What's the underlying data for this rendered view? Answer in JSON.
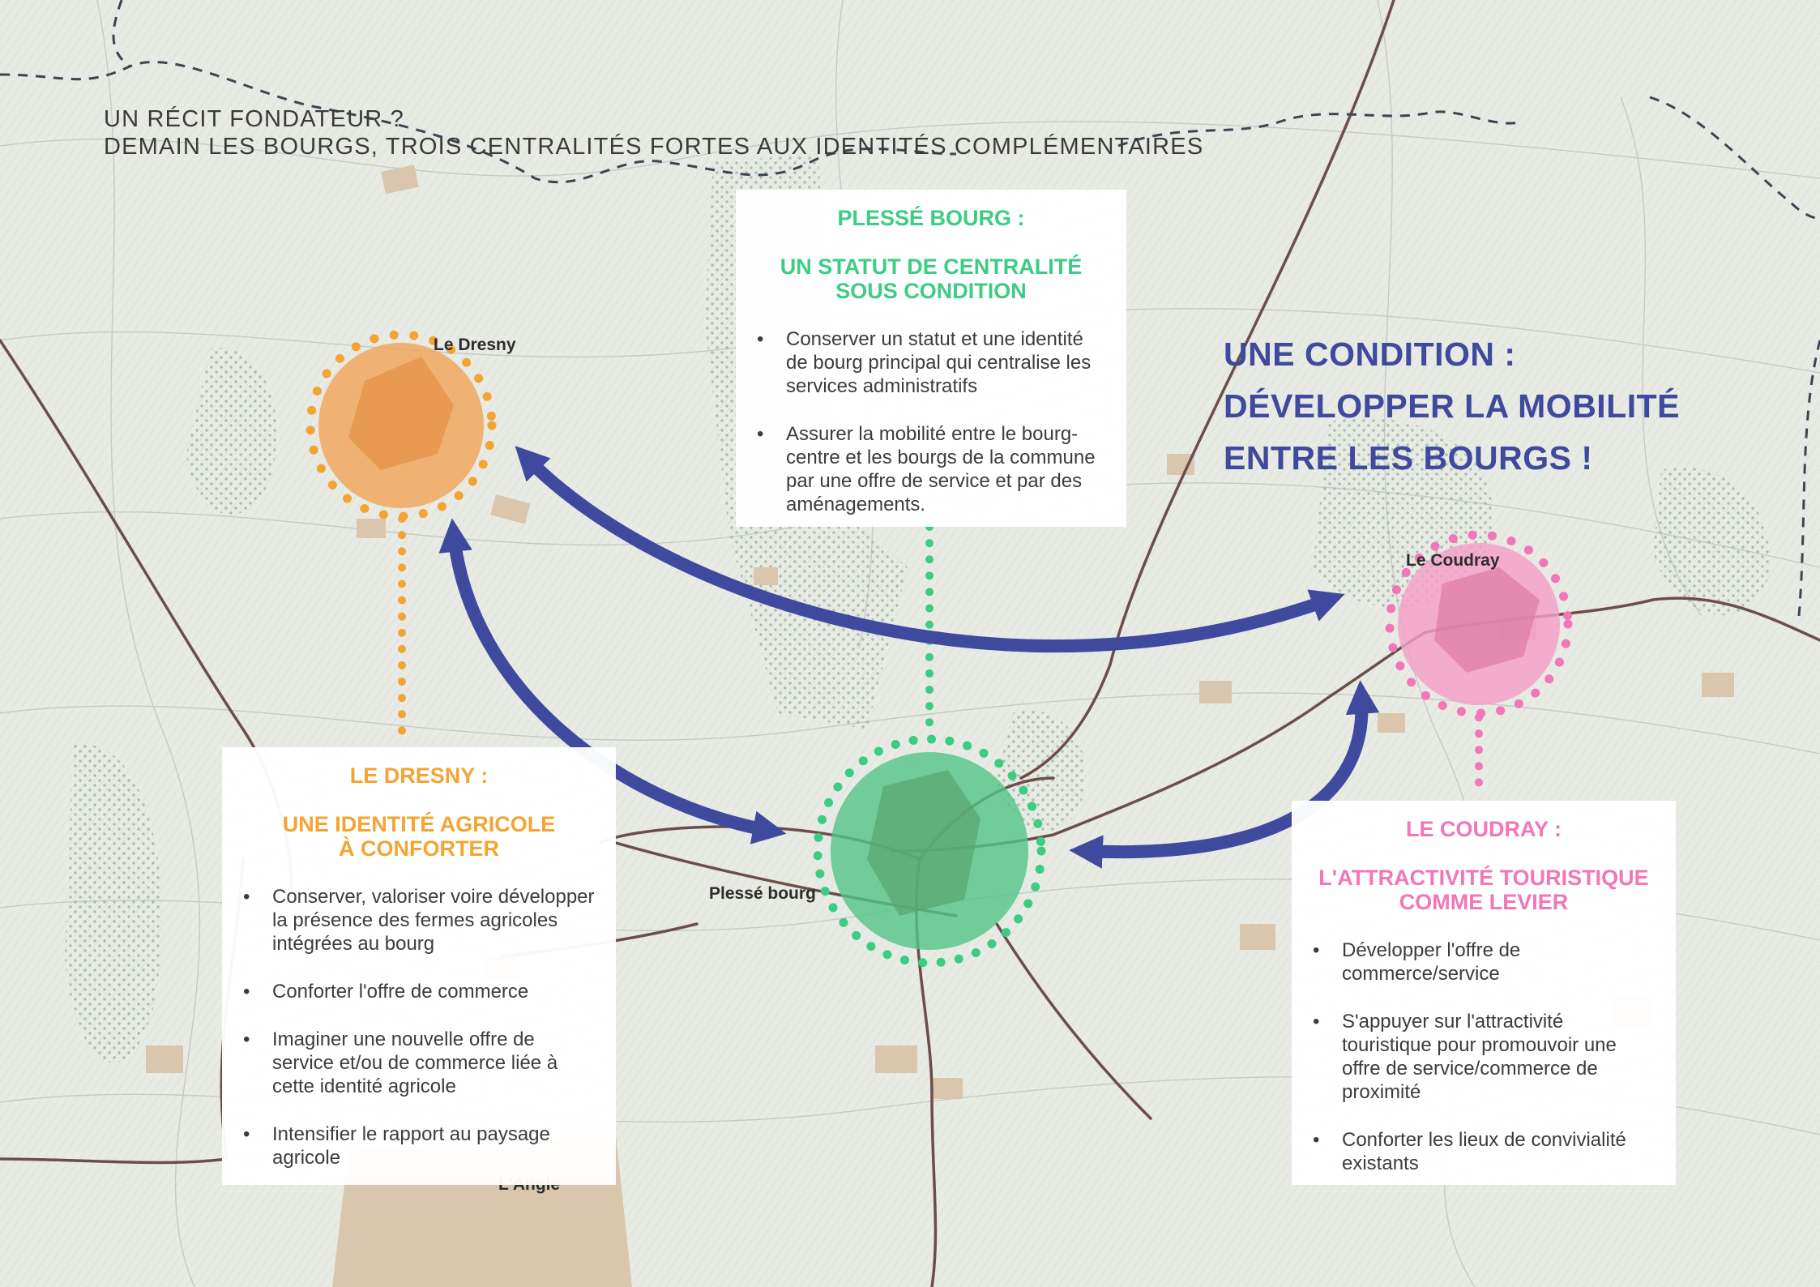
{
  "header": {
    "line1": "UN RÉCIT FONDATEUR ?",
    "line2": "DEMAIN LES BOURGS, TROIS CENTRALITÉS FORTES AUX IDENTITÉS COMPLÉMENTAIRES"
  },
  "places": {
    "dresny": "Le Dresny",
    "coudray": "Le Coudray",
    "plesse": "Plessé bourg",
    "angle": "L'Angle"
  },
  "callout": {
    "line1": "UNE CONDITION :",
    "line2": "DÉVELOPPER LA MOBILITÉ",
    "line3": "ENTRE LES BOURGS !"
  },
  "cards": {
    "plesse": {
      "title": "PLESSÉ BOURG :",
      "subtitle_line1": "UN STATUT DE CENTRALITÉ",
      "subtitle_line2": "SOUS CONDITION",
      "items": [
        "Conserver un statut et une identité de bourg principal qui centralise les services administratifs",
        "Assurer la mobilité entre le bourg-centre et les bourgs de la commune par une offre de service et par des aménagements."
      ]
    },
    "dresny": {
      "title": "LE DRESNY :",
      "subtitle_line1": "UNE IDENTITÉ AGRICOLE",
      "subtitle_line2": "À CONFORTER",
      "items": [
        "Conserver, valoriser voire développer la présence des fermes agricoles intégrées au bourg",
        "Conforter l'offre de commerce",
        "Imaginer une nouvelle offre de service et/ou de commerce liée à cette identité agricole",
        "Intensifier le rapport au paysage agricole"
      ]
    },
    "coudray": {
      "title": "LE COUDRAY :",
      "subtitle_line1": "L'ATTRACTIVITÉ TOURISTIQUE",
      "subtitle_line2": "COMME LEVIER",
      "items": [
        "Développer l'offre de commerce/service",
        "S'appuyer sur l'attractivité touristique pour promouvoir une offre de service/commerce de proximité",
        "Conforter les lieux de convivialité existants"
      ]
    }
  },
  "colors": {
    "green": "#3dcc84",
    "orange": "#f4a433",
    "pink": "#f276b8",
    "arrow": "#3f4a9e"
  },
  "icons": [
    "bullet-icon",
    "double-headed-arrow-icon"
  ]
}
